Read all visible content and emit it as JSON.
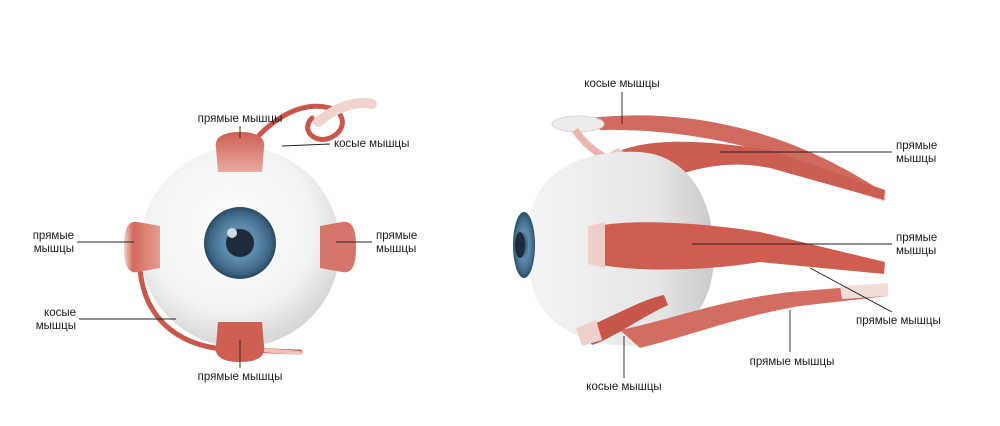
{
  "labels": {
    "front_top": "прямые мышцы",
    "front_oblique_right": "косые мышцы",
    "front_left_1": "прямые",
    "front_left_2": "мышцы",
    "front_right_1": "прямые",
    "front_right_2": "мышцы",
    "front_oblique_left_1": "косые",
    "front_oblique_left_2": "мышцы",
    "front_bottom": "прямые мышцы",
    "side_oblique_top": "косые мышцы",
    "side_upper_1": "прямые",
    "side_upper_2": "мышцы",
    "side_mid_1": "прямые",
    "side_mid_2": "мышцы",
    "side_lower_right": "прямые мышцы",
    "side_bottom": "прямые мышцы",
    "side_oblique_bottom": "косые мышцы"
  },
  "colors": {
    "muscle": "#c9564a",
    "muscle_light": "#e7a79d",
    "sclera": "#eeeeee",
    "iris": "#4a7896",
    "pupil": "#1e2b3a"
  }
}
